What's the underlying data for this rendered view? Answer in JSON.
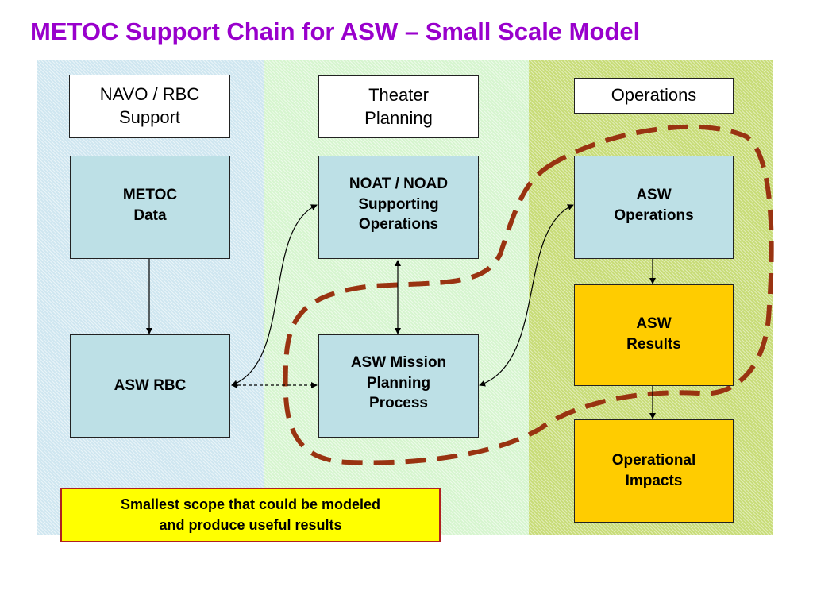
{
  "title": "METOC Support Chain for ASW – Small Scale Model",
  "headers": {
    "navo": "NAVO / RBC\nSupport",
    "theater": "Theater\nPlanning",
    "operations": "Operations"
  },
  "nodes": {
    "metoc_data": "METOC\nData",
    "asw_rbc": "ASW RBC",
    "noat_noad": "NOAT / NOAD\nSupporting\nOperations",
    "mission_planning": "ASW Mission\nPlanning\nProcess",
    "asw_operations": "ASW\nOperations",
    "asw_results": "ASW\nResults",
    "operational_impacts": "Operational\nImpacts"
  },
  "note": "Smallest scope that could be modeled\nand produce useful results",
  "colors": {
    "title": "#9900cc",
    "node": "#bde0e6",
    "node_highlight": "#ffcc00",
    "scope_outline": "#993311",
    "note_fill": "#ffff00",
    "note_border": "#b02020"
  }
}
